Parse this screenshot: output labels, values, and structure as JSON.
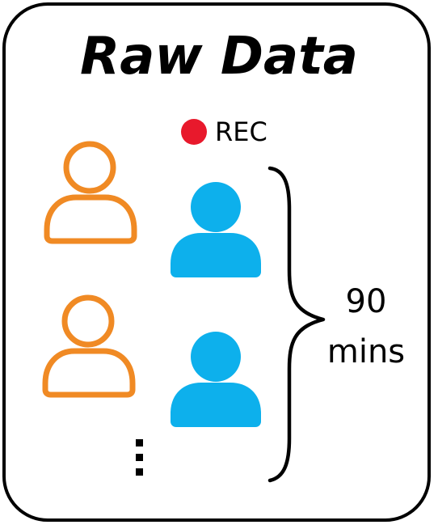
{
  "title": "Raw Data",
  "recording": {
    "label": "REC",
    "indicator_color": "#e8192c"
  },
  "participants": [
    {
      "role": "person",
      "style": "outline",
      "color": "#f08a24",
      "icon": "person-outline-icon"
    },
    {
      "role": "person",
      "style": "filled",
      "color": "#0db0ec",
      "icon": "person-filled-icon"
    },
    {
      "role": "person",
      "style": "outline",
      "color": "#f08a24",
      "icon": "person-outline-icon"
    },
    {
      "role": "person",
      "style": "filled",
      "color": "#0db0ec",
      "icon": "person-filled-icon"
    }
  ],
  "duration": {
    "value": "90",
    "unit": "mins"
  },
  "continuation_icon": "vertical-ellipsis-icon",
  "grouping_icon": "curly-brace-icon"
}
